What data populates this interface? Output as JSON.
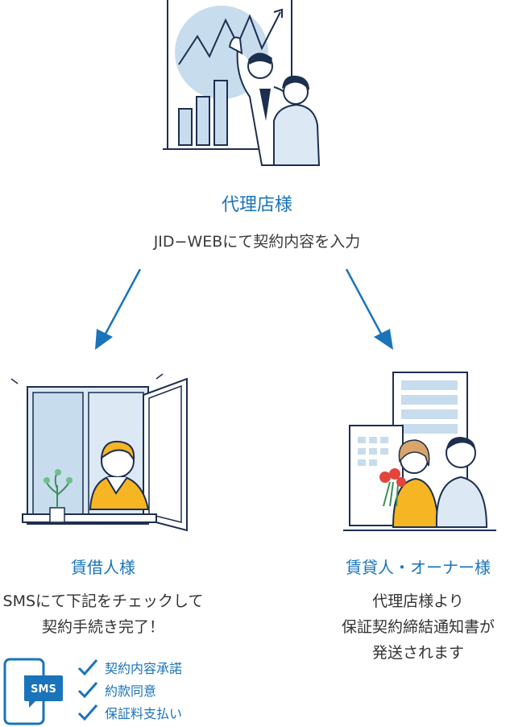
{
  "top": {
    "title": "代理店様",
    "subtitle": "JID−WEBにて契約内容を入力"
  },
  "tenant": {
    "title": "賃借人様",
    "lines": [
      "SMSにて下記をチェックして",
      "契約手続き完了！"
    ],
    "phone_label": "SMS",
    "checklist": [
      "契約内容承諾",
      "約款同意",
      "保証料支払い"
    ]
  },
  "owner": {
    "title": "賃貸人・オーナー様",
    "lines": [
      "代理店様より",
      "保証契約締結通知書が",
      "発送されます"
    ]
  },
  "colors": {
    "accent": "#1a74ba",
    "light_blue": "#c7dced",
    "yellow": "#f6b523",
    "dark_navy": "#1d2f4f"
  }
}
